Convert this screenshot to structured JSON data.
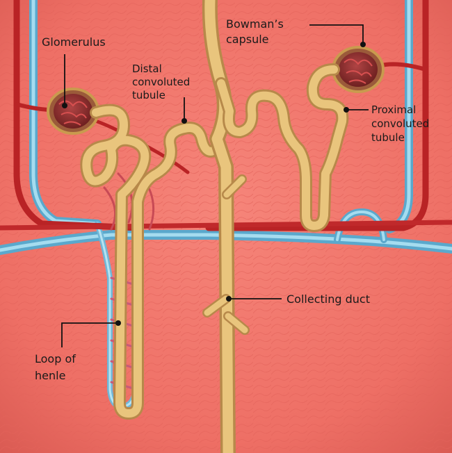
{
  "diagram": {
    "labels": {
      "glomerulus": "Glomerulus",
      "distal_line1": "Distal",
      "distal_line2": "convoluted",
      "distal_line3": "tubule",
      "bowman_line1": "Bowman’s",
      "bowman_line2": "capsule",
      "proximal_line1": "Proximal",
      "proximal_line2": "convoluted",
      "proximal_line3": "tubule",
      "collecting_duct": "Collecting duct",
      "loop_line1": "Loop of",
      "loop_line2": "henle"
    },
    "colors": {
      "tissue": "#f47a70",
      "tissue_dark": "#d9534f",
      "artery": "#c8282a",
      "vein": "#7fc3e0",
      "tubule": "#e8c27a",
      "tubule_edge": "#c99a4e",
      "glomerulus": "#8a2a2a"
    }
  }
}
